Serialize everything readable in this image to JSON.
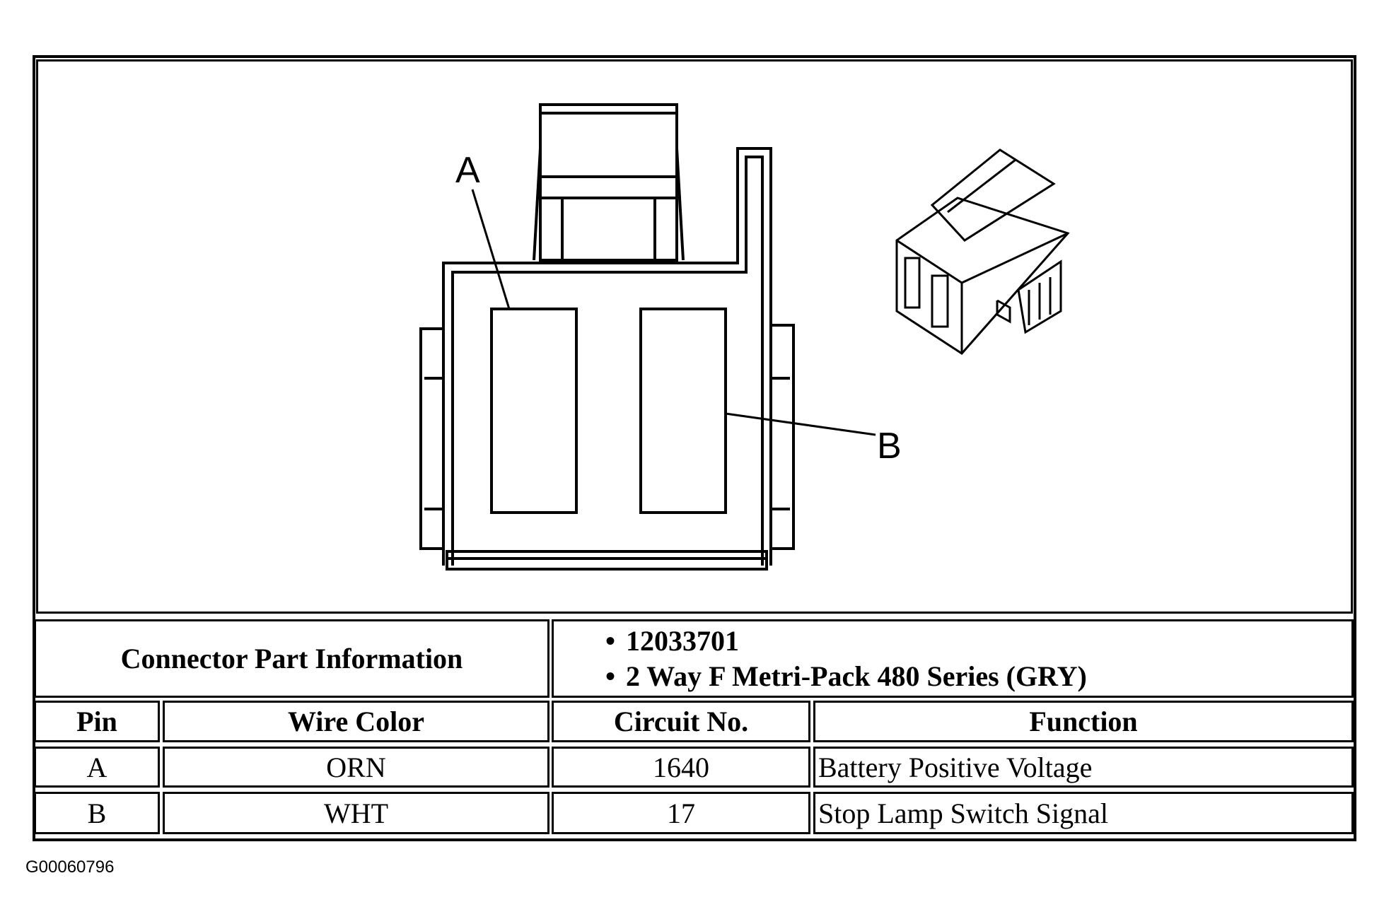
{
  "diagram": {
    "callouts": {
      "pin_a": "A",
      "pin_b": "B"
    },
    "figure_code": "G00060796"
  },
  "connector_info": {
    "label": "Connector Part Information",
    "part_lines": [
      "12033701",
      "2 Way F Metri-Pack 480 Series (GRY)"
    ]
  },
  "table": {
    "headers": [
      "Pin",
      "Wire Color",
      "Circuit No.",
      "Function"
    ],
    "rows": [
      [
        "A",
        "ORN",
        "1640",
        "Battery Positive Voltage"
      ],
      [
        "B",
        "WHT",
        "17",
        "Stop Lamp Switch Signal"
      ]
    ]
  }
}
